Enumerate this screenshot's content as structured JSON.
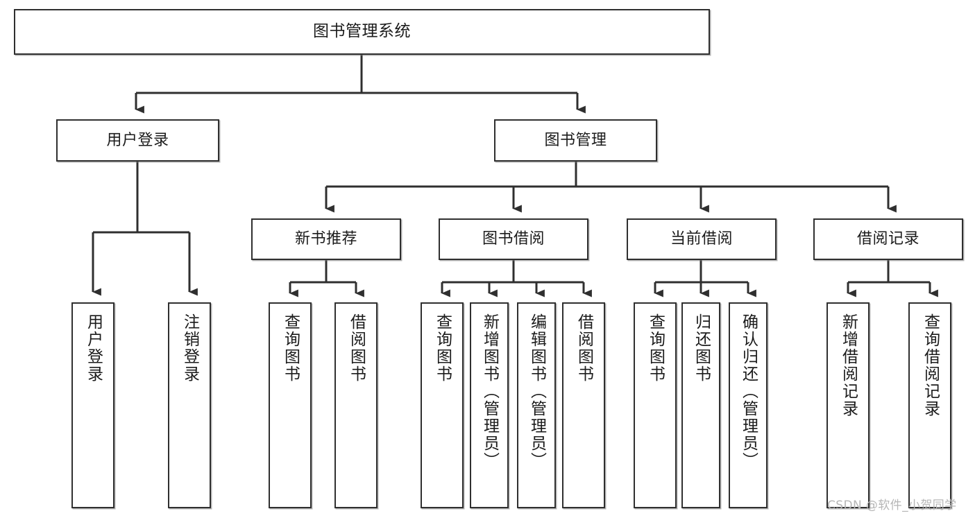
{
  "diagram": {
    "title": "图书管理系统",
    "type": "hierarchy-tree",
    "root": {
      "id": "root",
      "label": "图书管理系统"
    },
    "level1": [
      {
        "id": "user-login",
        "label": "用户登录"
      },
      {
        "id": "book-management",
        "label": "图书管理"
      }
    ],
    "level2": [
      {
        "id": "new-book-recommend",
        "label": "新书推荐",
        "parent": "book-management"
      },
      {
        "id": "book-borrow",
        "label": "图书借阅",
        "parent": "book-management"
      },
      {
        "id": "current-borrow",
        "label": "当前借阅",
        "parent": "book-management"
      },
      {
        "id": "borrow-record",
        "label": "借阅记录",
        "parent": "book-management"
      }
    ],
    "leaves": {
      "user_login": [
        {
          "id": "leaf-user-login",
          "label": "用户登录"
        },
        {
          "id": "leaf-logout",
          "label": "注销登录"
        }
      ],
      "new_book_recommend": [
        {
          "id": "leaf-query-book-1",
          "label": "查询图书"
        },
        {
          "id": "leaf-borrow-book-1",
          "label": "借阅图书"
        }
      ],
      "book_borrow": [
        {
          "id": "leaf-query-book-2",
          "label": "查询图书"
        },
        {
          "id": "leaf-add-book",
          "label": "新增图书（管理员）"
        },
        {
          "id": "leaf-edit-book",
          "label": "编辑图书（管理员）"
        },
        {
          "id": "leaf-borrow-book-2",
          "label": "借阅图书"
        }
      ],
      "current_borrow": [
        {
          "id": "leaf-query-book-3",
          "label": "查询图书"
        },
        {
          "id": "leaf-return-book",
          "label": "归还图书"
        },
        {
          "id": "leaf-confirm-return",
          "label": "确认归还（管理员）"
        }
      ],
      "borrow_record": [
        {
          "id": "leaf-add-record",
          "label": "新增借阅记录"
        },
        {
          "id": "leaf-query-record",
          "label": "查询借阅记录"
        }
      ]
    }
  },
  "watermark": {
    "text": "CSDN @软件_小贺同学"
  },
  "colors": {
    "stroke": "#2f2f2f",
    "fill": "#ffffff",
    "text": "#1b1b1b",
    "watermark": "#b6b6b6"
  }
}
